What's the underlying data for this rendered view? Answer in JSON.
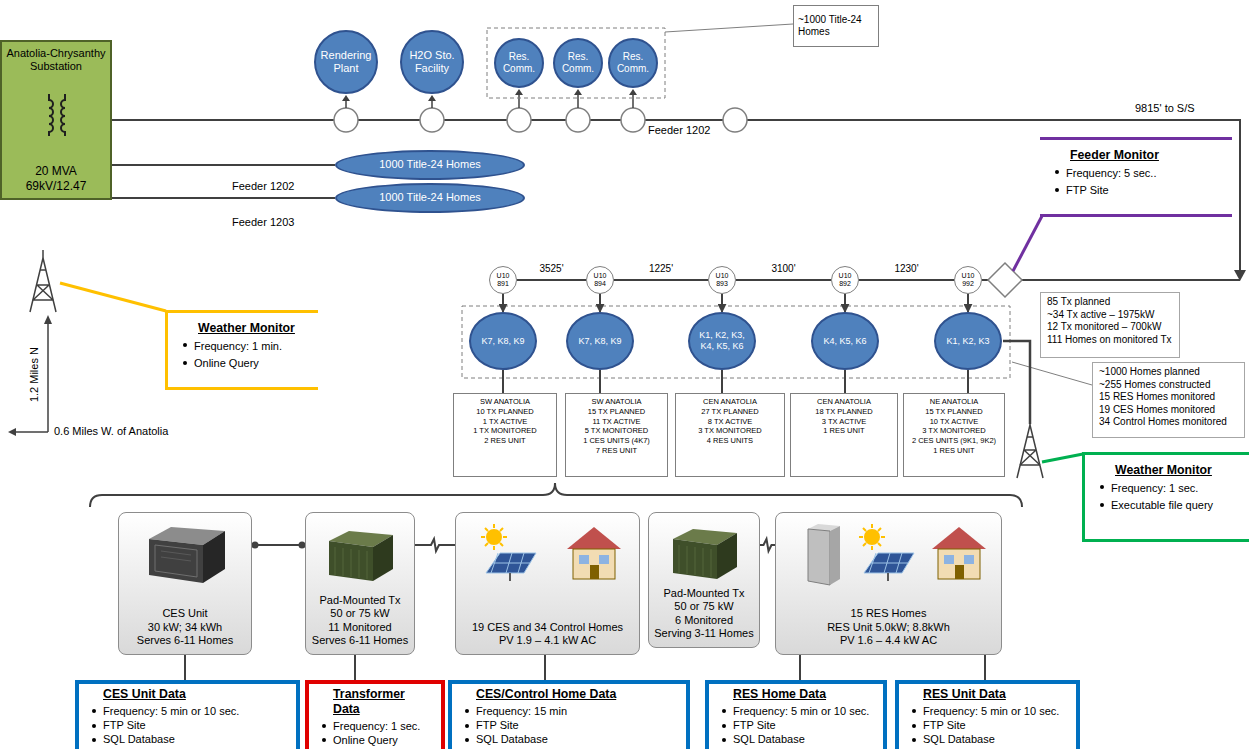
{
  "diagram": {
    "nodes": [
      {
        "text": [
          "Anatolia-Chrysanthy Substation",
          "20 MVA 69kV/12.47"
        ]
      },
      {
        "text": [
          "Rendering Plant"
        ]
      },
      {
        "text": [
          "H2O Sto. Facility"
        ]
      },
      {
        "text": [
          "Res. Comm."
        ]
      },
      {
        "text": [
          "Res. Comm."
        ]
      },
      {
        "text": [
          "Res. Comm."
        ]
      },
      {
        "text": [
          "~1000 Title-24 Homes"
        ]
      },
      {
        "text": [
          "1000 Title-24 Homes"
        ]
      },
      {
        "text": [
          "1000 Title-24 Homes"
        ]
      },
      {
        "text": [
          "Feeder Monitor",
          "Frequency: 5 sec..",
          "FTP Site"
        ]
      },
      {
        "text": [
          "Weather Monitor",
          "Frequency: 1 min.",
          "Online Query"
        ]
      },
      {
        "text": [
          "U10 891"
        ]
      },
      {
        "text": [
          "U10 894"
        ]
      },
      {
        "text": [
          "U10 893"
        ]
      },
      {
        "text": [
          "U10 892"
        ]
      },
      {
        "text": [
          "U10 992"
        ]
      },
      {
        "text": [
          "K7, K8, K9"
        ]
      },
      {
        "text": [
          "K7, K8, K9"
        ]
      },
      {
        "text": [
          "K1, K2, K3, K4, K5, K6"
        ]
      },
      {
        "text": [
          "K4, K5, K6"
        ]
      },
      {
        "text": [
          "K1, K2, K3"
        ]
      },
      {
        "text": [
          "SW ANATOLIA",
          "10 TX PLANNED",
          "1 TX ACTIVE",
          "1 TX MONITORED",
          "2 RES UNIT"
        ]
      },
      {
        "text": [
          "SW ANATOLIA",
          "15 TX PLANNED",
          "11 TX ACTIVE",
          "5 TX MONITORED",
          "1 CES UNITS (4K7)",
          "7 RES UNIT"
        ]
      },
      {
        "text": [
          "CEN ANATOLIA",
          "27 TX PLANNED",
          "8 TX ACTIVE",
          "3 TX MONITORED",
          "4 RES UNITS"
        ]
      },
      {
        "text": [
          "CEN ANATOLIA",
          "18 TX PLANNED",
          "3 TX ACTIVE",
          "1 RES UNIT"
        ]
      },
      {
        "text": [
          "NE ANATOLIA",
          "15 TX PLANNED",
          "10 TX ACTIVE",
          "3 TX MONITORED",
          "2 CES UNITS (9K1, 9K2)",
          "1 RES UNIT"
        ]
      },
      {
        "text": [
          "85 Tx planned",
          "~34 Tx active – 1975kW",
          "12 Tx monitored – 700kW",
          "111 Homes on monitored Tx"
        ]
      },
      {
        "text": [
          "~1000 Homes planned",
          "~255 Homes constructed",
          "15 RES Homes monitored",
          "19 CES Homes monitored",
          "34 Control Homes monitored"
        ]
      },
      {
        "text": [
          "Weather Monitor",
          "Frequency: 1 sec.",
          "Executable file query"
        ]
      },
      {
        "text": [
          "CES Unit",
          "30 kW; 34 kWh",
          "Serves 6-11 Homes"
        ]
      },
      {
        "text": [
          "Pad-Mounted Tx",
          "50 or 75 kW",
          "11 Monitored",
          "Serves 6-11 Homes"
        ]
      },
      {
        "text": [
          "19 CES and 34 Control Homes",
          "PV 1.9 – 4.1 kW AC"
        ]
      },
      {
        "text": [
          "Pad-Mounted Tx",
          "50 or 75 kW",
          "6 Monitored",
          "Serving 3-11 Homes"
        ]
      },
      {
        "text": [
          "15 RES Homes",
          "RES Unit 5.0kW; 8.8kWh",
          "PV 1.6 – 4.4 kW AC"
        ]
      },
      {
        "text": [
          "CES Unit Data",
          "Frequency: 5 min or 10 sec.",
          "FTP Site",
          "SQL Database"
        ]
      },
      {
        "text": [
          "Transformer Data",
          "Frequency: 1 sec.",
          "Online Query"
        ]
      },
      {
        "text": [
          "CES/Control Home Data",
          "Frequency: 15 min",
          "FTP Site",
          "SQL Database"
        ]
      },
      {
        "text": [
          "RES Home Data",
          "Frequency: 5 min or 10 sec.",
          "FTP Site",
          "SQL Database"
        ]
      },
      {
        "text": [
          "RES Unit Data",
          "Frequency: 5 min or 10 sec.",
          "FTP Site",
          "SQL Database"
        ]
      }
    ],
    "edges": [
      {
        "from": 0,
        "to": 7,
        "arrow": "none"
      },
      {
        "from": 0,
        "to": 8,
        "arrow": "none"
      },
      {
        "from": 11,
        "to": 12,
        "label": "3525'",
        "arrow": "none"
      },
      {
        "from": 12,
        "to": 13,
        "label": "1225'",
        "arrow": "none"
      },
      {
        "from": 13,
        "to": 14,
        "label": "3100'",
        "arrow": "none"
      },
      {
        "from": 14,
        "to": 15,
        "label": "1230'",
        "arrow": "none"
      },
      {
        "from": 11,
        "to": 16,
        "arrow": "to"
      },
      {
        "from": 12,
        "to": 17,
        "arrow": "to"
      },
      {
        "from": 13,
        "to": 18,
        "arrow": "to"
      },
      {
        "from": 14,
        "to": 19,
        "arrow": "to"
      },
      {
        "from": 15,
        "to": 20,
        "arrow": "to"
      },
      {
        "from": 16,
        "to": 21,
        "arrow": "none"
      },
      {
        "from": 17,
        "to": 22,
        "arrow": "none"
      },
      {
        "from": 18,
        "to": 23,
        "arrow": "none"
      },
      {
        "from": 19,
        "to": 24,
        "arrow": "none"
      },
      {
        "from": 20,
        "to": 25,
        "arrow": "none"
      },
      {
        "from": 29,
        "to": 30,
        "arrow": "none"
      },
      {
        "from": 30,
        "to": 31,
        "arrow": "none"
      },
      {
        "from": 32,
        "to": 33,
        "arrow": "none"
      },
      {
        "from": 29,
        "to": 34,
        "arrow": "none"
      },
      {
        "from": 30,
        "to": 35,
        "arrow": "none"
      },
      {
        "from": 31,
        "to": 36,
        "arrow": "none"
      },
      {
        "from": 33,
        "to": 37,
        "arrow": "none"
      },
      {
        "from": 33,
        "to": 38,
        "arrow": "none"
      }
    ],
    "labels": [
      "Feeder 1202",
      "9815' to S/S",
      "Feeder 1202",
      "Feeder 1203",
      "1.2 Miles N",
      "0.6 Miles W. of Anatolia"
    ]
  }
}
